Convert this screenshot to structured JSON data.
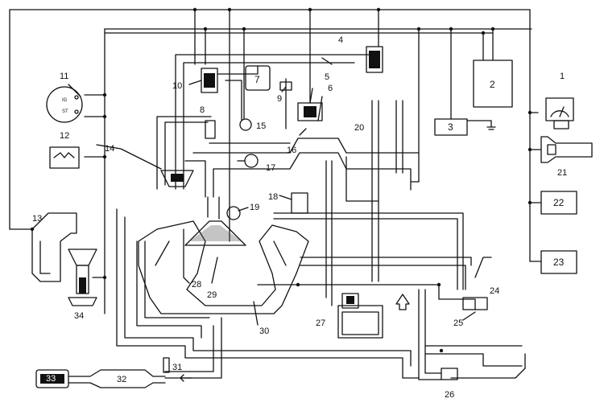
{
  "callouts": [
    "1",
    "2",
    "3",
    "4",
    "5",
    "6",
    "7",
    "8",
    "9",
    "10",
    "11",
    "12",
    "13",
    "14",
    "15",
    "16",
    "17",
    "18",
    "19",
    "20",
    "21",
    "22",
    "23",
    "24",
    "25",
    "26",
    "27",
    "28",
    "29",
    "30",
    "31",
    "32",
    "33",
    "34"
  ],
  "switch_text": [
    "IG",
    "ST"
  ],
  "colors": {
    "ink": "#111111",
    "paper": "#ffffff"
  }
}
